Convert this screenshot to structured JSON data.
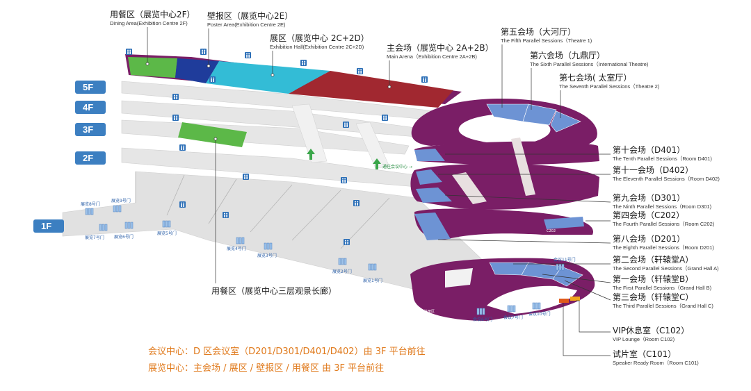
{
  "floors": [
    "5F",
    "4F",
    "3F",
    "2F",
    "1F"
  ],
  "labels_left": [
    {
      "cn": "用餐区（展览中心2F）",
      "en": "Dining Area(Exhibition Centre 2F)"
    },
    {
      "cn": "壁报区（展览中心2E）",
      "en": "Poster Area(Exhibition Centre 2E)"
    },
    {
      "cn": "展区（展览中心 2C+2D）",
      "en": "Exhibition Hall(Exhibition Centre 2C+2D)"
    },
    {
      "cn": "主会场（展览中心 2A+2B）",
      "en": "Main Arena（Exhibition Centre 2A+2B)"
    }
  ],
  "labels_right": [
    {
      "cn": "第五会场（大河厅）",
      "en": "The Fifth Parallel Sessions（Theatre 1)"
    },
    {
      "cn": "第六会场（九鼎厅）",
      "en": "The Sixth Parallel Sessions（International Theatre)"
    },
    {
      "cn": "第七会场( 太室厅）",
      "en": "The Seventh Parallel Sessions（Theatre 2)"
    },
    {
      "cn": "第十会场（D401）",
      "en": "The Tenth Parallel Sessions（Room D401)"
    },
    {
      "cn": "第十一会场（D402）",
      "en": "The Eleventh Parallel Sessions（Room D402)"
    },
    {
      "cn": "第九会场（D301）",
      "en": "The Ninth Parallel Sessions（Room D301)"
    },
    {
      "cn": "第四会场（C202）",
      "en": "The Fourth Parallel Sessions（Room C202)"
    },
    {
      "cn": "第八会场（D201）",
      "en": "The Eighth Parallel Sessions（Room D201)"
    },
    {
      "cn": "第二会场（轩辕堂A）",
      "en": "The Second Parallel Sessions（Grand Hall A)"
    },
    {
      "cn": "第一会场（轩辕堂B）",
      "en": "The First Parallel Sessions（Grand Hall B)"
    },
    {
      "cn": "第三会场（轩辕堂C）",
      "en": "The  Third  Parallel Sessions（Grand Hall C)"
    },
    {
      "cn": "VIP休息室（C102）",
      "en": "VIP Lounge（Room C102)"
    },
    {
      "cn": "试片室（C101）",
      "en": "Speaker Ready Room（Room C101)"
    }
  ],
  "dining_corridor": "用餐区（展览中心三层观景长廊）",
  "gates": [
    "展览8号门",
    "展览9号门",
    "展览7号门",
    "展览6号门",
    "展览5号门",
    "展览4号门",
    "展览3号门",
    "展览2号门",
    "展览1号门",
    "会议6号门",
    "会议7号门",
    "会议10号门",
    "会议11号门"
  ],
  "notes": [
    "会议中心：D 区会议室（D201/D301/D401/D402）由 3F 平台前往",
    "展览中心：主会场 / 展区 / 壁报区 / 用餐区   由 3F 平台前往"
  ],
  "colors": {
    "floor_badge": "#3c7fc1",
    "dining": "#5cb848",
    "poster": "#1f3c9b",
    "exhibition": "#33bcd6",
    "main_arena": "#a12830",
    "conference": "#7a1e66",
    "session_room": "#6d93d4",
    "slab": "#e6e6e6",
    "note_text": "#e07a1c"
  }
}
